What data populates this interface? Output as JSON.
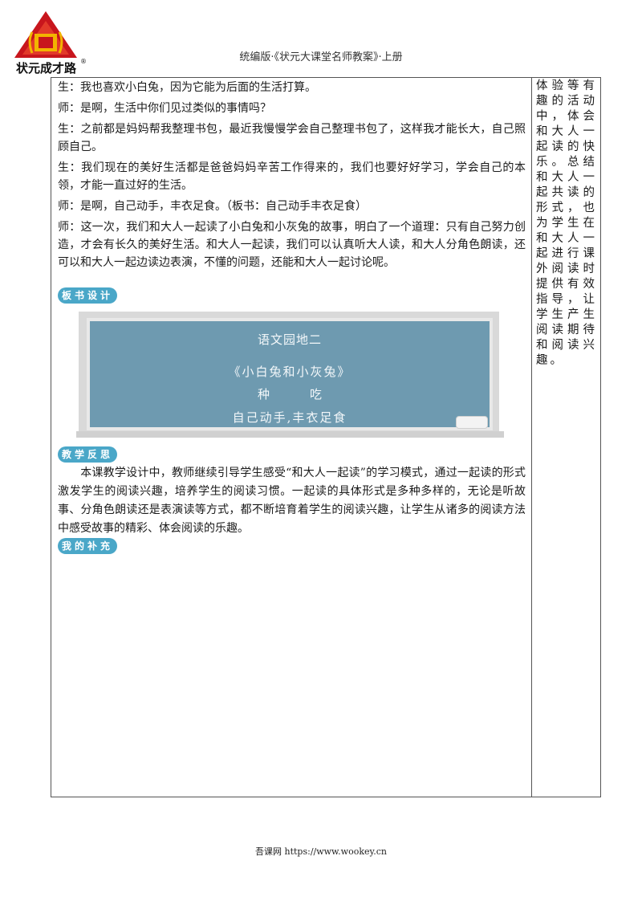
{
  "header": {
    "logo_text": "状元成才路",
    "logo_reg": "®",
    "title": "统编版·《状元大课堂名师教案》·上册"
  },
  "main": {
    "paragraphs": [
      "生：我也喜欢小白兔，因为它能为后面的生活打算。",
      "师：是啊，生活中你们见过类似的事情吗？",
      "生：之前都是妈妈帮我整理书包，最近我慢慢学会自己整理书包了，这样我才能长大，自己照顾自己。",
      "生：我们现在的美好生活都是爸爸妈妈辛苦工作得来的，我们也要好好学习，学会自己的本领，才能一直过好的生活。",
      "师：是啊，自己动手，丰衣足食。（板书：自己动手丰衣足食）",
      "师：这一次，我们和大人一起读了小白兔和小灰兔的故事，明白了一个道理：只有自己努力创造，才会有长久的美好生活。和大人一起读，我们可以认真听大人读，和大人分角色朗读，还可以和大人一起边读边表演，不懂的问题，还能和大人一起讨论呢。"
    ],
    "sections": {
      "board_design": "板书设计",
      "reflection": "教学反思",
      "supplement": "我的补充"
    },
    "board": {
      "title": "语文园地二",
      "subtitle": "《小白兔和小灰兔》",
      "word_left": "种",
      "word_right": "吃",
      "motto": "自己动手,丰衣足食"
    },
    "reflection_text": "本课教学设计中，教师继续引导学生感受“和大人一起读”的学习模式，通过一起读的形式激发学生的阅读兴趣，培养学生的阅读习惯。一起读的具体形式是多种多样的，无论是听故事、分角色朗读还是表演读等方式，都不断培育着学生的阅读兴趣，让学生从诸多的阅读方法中感受故事的精彩、体会阅读的乐趣。"
  },
  "side_note": "体验等有趣的活动中，体会和大人一起读的快乐。总结和大人一起共读的形式，也为学生在和大人一起进行课外阅读时提供有效指导，让学生产生阅读期待和阅读兴趣。",
  "footer": {
    "text": "吾课网 https://www.wookey.cn"
  },
  "colors": {
    "badge": "#4aa7c8",
    "board": "#6e9ab0",
    "logo_red": "#c8161d",
    "logo_gold": "#f2b400"
  }
}
